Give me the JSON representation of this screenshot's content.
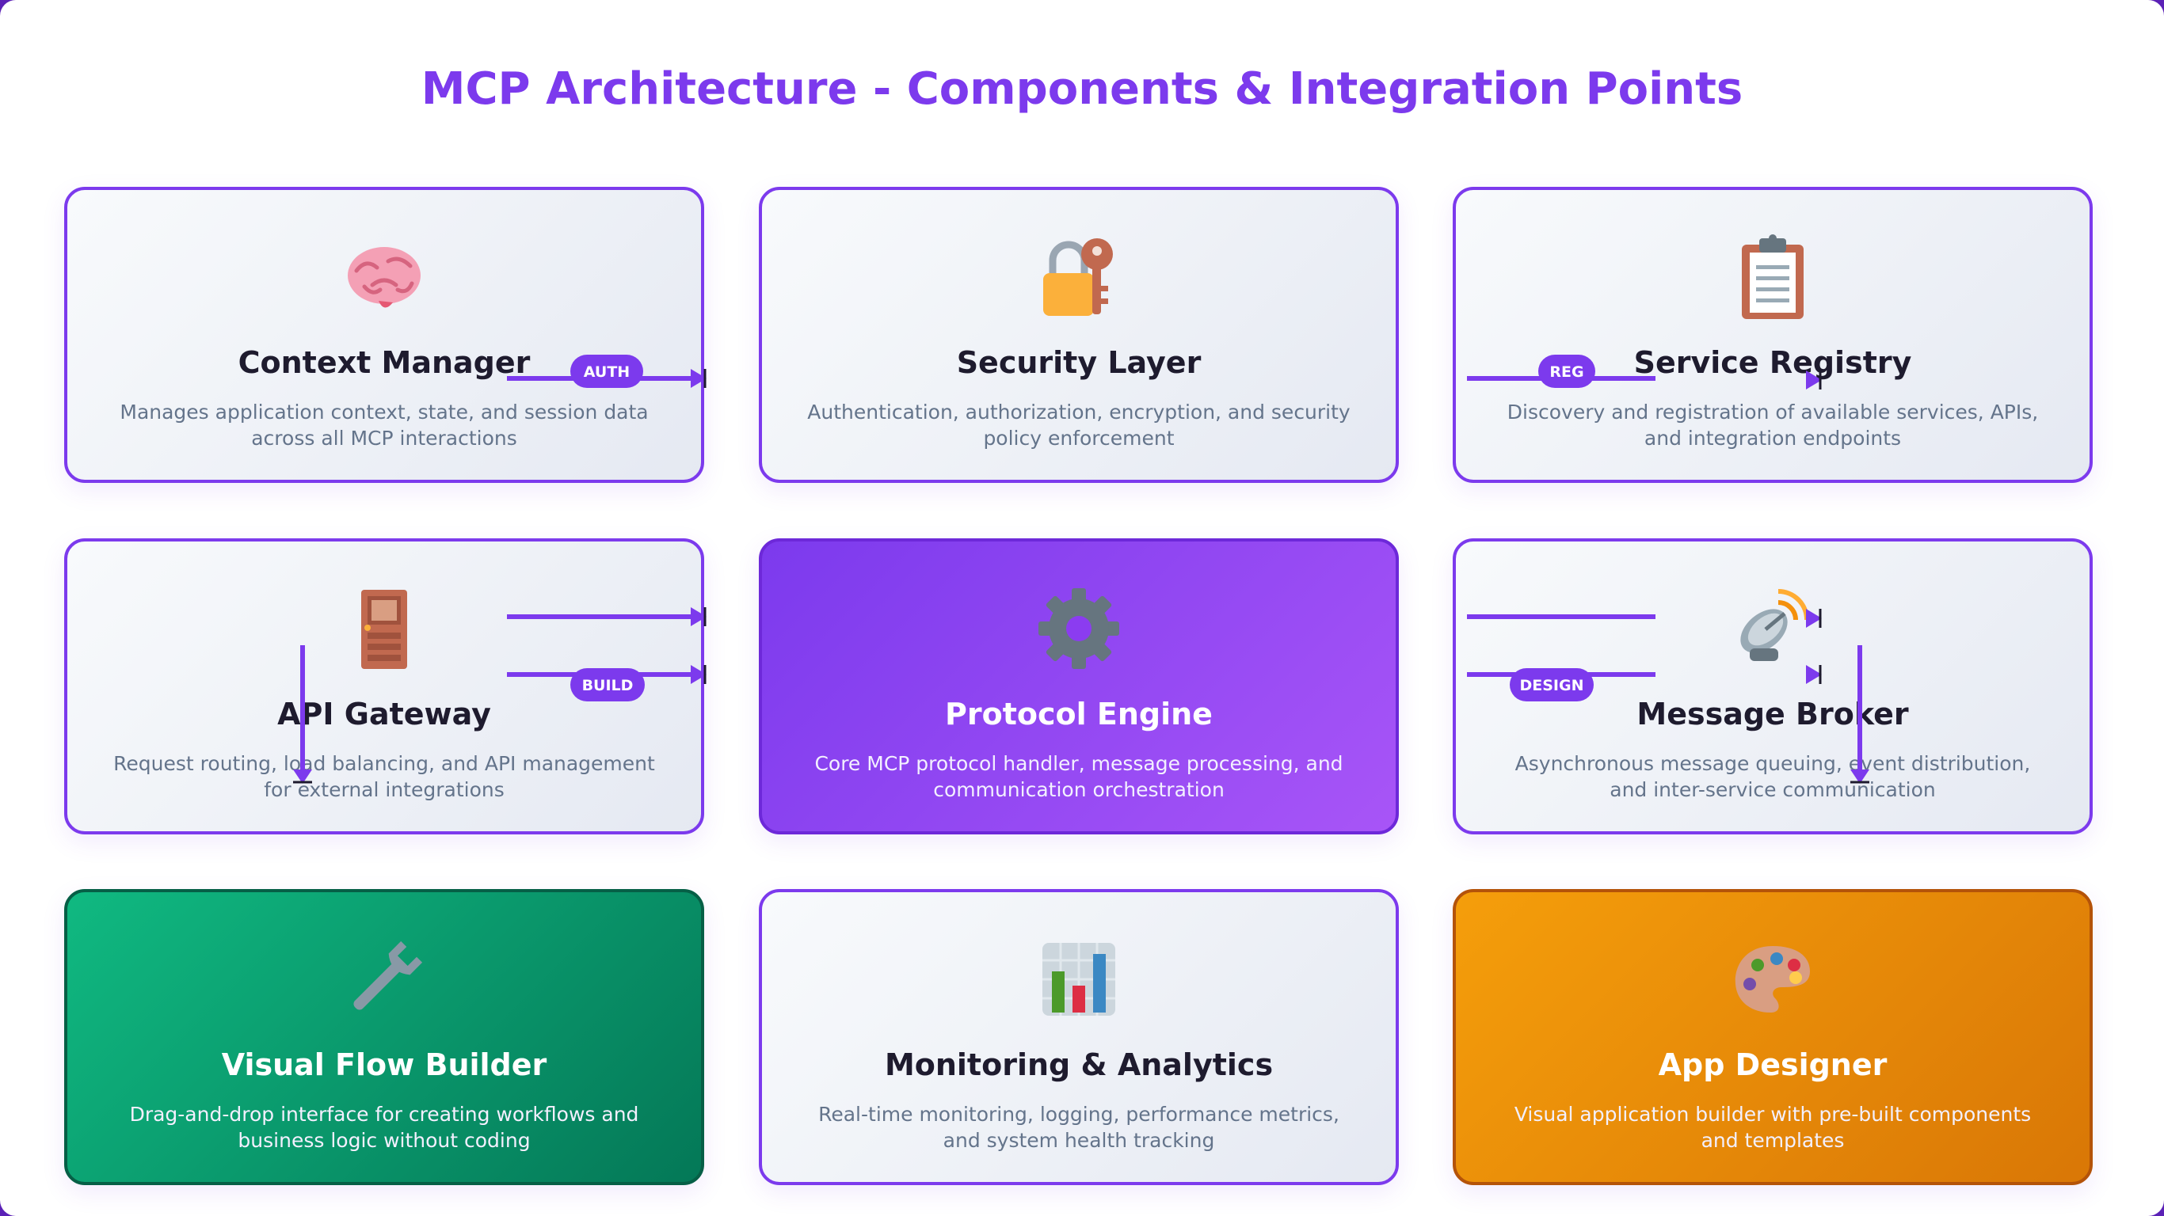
{
  "title": "MCP Architecture - Components & Integration Points",
  "colors": {
    "accent": "#7c3aed",
    "highlight_purple": "#8b3cf0",
    "highlight_green": "#0ea371",
    "highlight_orange": "#ef8f0a"
  },
  "components": [
    {
      "icon": "brain-icon",
      "name": "Context Manager",
      "description": "Manages application context, state, and session data across all MCP interactions",
      "style": "light"
    },
    {
      "icon": "lock-key-icon",
      "name": "Security Layer",
      "description": "Authentication, authorization, encryption, and security policy enforcement",
      "style": "light"
    },
    {
      "icon": "clipboard-icon",
      "name": "Service Registry",
      "description": "Discovery and registration of available services, APIs, and integration endpoints",
      "style": "light"
    },
    {
      "icon": "door-icon",
      "name": "API Gateway",
      "description": "Request routing, load balancing, and API management for external integrations",
      "style": "light"
    },
    {
      "icon": "gear-icon",
      "name": "Protocol Engine",
      "description": "Core MCP protocol handler, message processing, and communication orchestration",
      "style": "purple"
    },
    {
      "icon": "satellite-dish-icon",
      "name": "Message Broker",
      "description": "Asynchronous message queuing, event distribution, and inter-service communication",
      "style": "light"
    },
    {
      "icon": "wrench-icon",
      "name": "Visual Flow Builder",
      "description": "Drag-and-drop interface for creating workflows and business logic without coding",
      "style": "green"
    },
    {
      "icon": "bar-chart-icon",
      "name": "Monitoring & Analytics",
      "description": "Real-time monitoring, logging, performance metrics, and system health tracking",
      "style": "light"
    },
    {
      "icon": "palette-icon",
      "name": "App Designer",
      "description": "Visual application builder with pre-built components and templates",
      "style": "orange"
    }
  ],
  "connector_labels": {
    "auth": "AUTH",
    "reg": "REG",
    "build": "BUILD",
    "design": "DESIGN"
  }
}
